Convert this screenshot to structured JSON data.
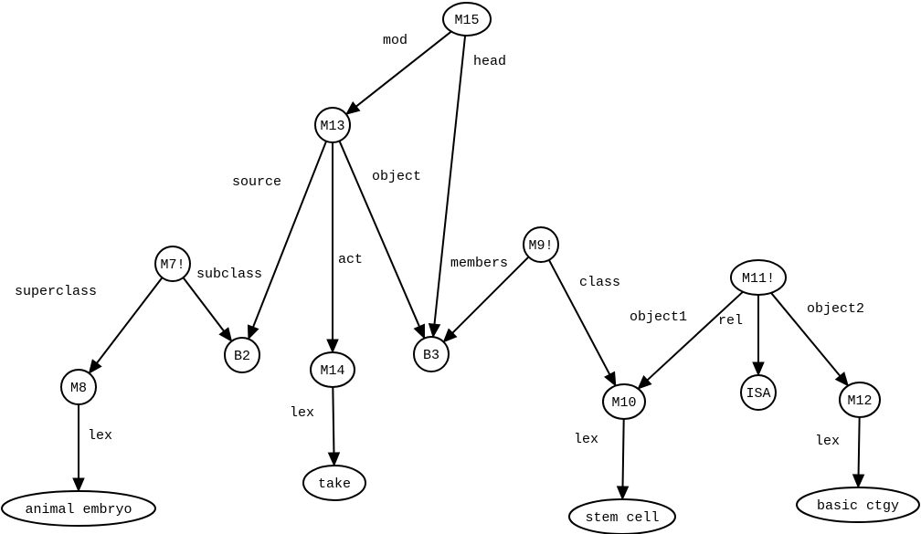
{
  "diagram": {
    "type": "semantic-network",
    "nodes": [
      {
        "id": "M15",
        "label": "M15"
      },
      {
        "id": "M13",
        "label": "M13"
      },
      {
        "id": "M7!",
        "label": "M7!"
      },
      {
        "id": "B2",
        "label": "B2"
      },
      {
        "id": "M14",
        "label": "M14"
      },
      {
        "id": "B3",
        "label": "B3"
      },
      {
        "id": "M9!",
        "label": "M9!"
      },
      {
        "id": "M11!",
        "label": "M11!"
      },
      {
        "id": "M8",
        "label": "M8"
      },
      {
        "id": "M10",
        "label": "M10"
      },
      {
        "id": "ISA",
        "label": "ISA"
      },
      {
        "id": "M12",
        "label": "M12"
      },
      {
        "id": "animal embryo",
        "label": "animal embryo"
      },
      {
        "id": "take",
        "label": "take"
      },
      {
        "id": "stem cell",
        "label": "stem cell"
      },
      {
        "id": "basic ctgy",
        "label": "basic ctgy"
      }
    ],
    "edges": [
      {
        "from": "M15",
        "to": "M13",
        "label": "mod"
      },
      {
        "from": "M15",
        "to": "B3",
        "label": "head"
      },
      {
        "from": "M13",
        "to": "B2",
        "label": "source"
      },
      {
        "from": "M13",
        "to": "M14",
        "label": "act"
      },
      {
        "from": "M13",
        "to": "B3",
        "label": "object"
      },
      {
        "from": "M7!",
        "to": "M8",
        "label": "superclass"
      },
      {
        "from": "M7!",
        "to": "B2",
        "label": "subclass"
      },
      {
        "from": "M9!",
        "to": "B3",
        "label": "members"
      },
      {
        "from": "M9!",
        "to": "M10",
        "label": "class"
      },
      {
        "from": "M11!",
        "to": "M10",
        "label": "object1"
      },
      {
        "from": "M11!",
        "to": "ISA",
        "label": "rel"
      },
      {
        "from": "M11!",
        "to": "M12",
        "label": "object2"
      },
      {
        "from": "M8",
        "to": "animal embryo",
        "label": "lex"
      },
      {
        "from": "M14",
        "to": "take",
        "label": "lex"
      },
      {
        "from": "M10",
        "to": "stem cell",
        "label": "lex"
      },
      {
        "from": "M12",
        "to": "basic ctgy",
        "label": "lex"
      }
    ]
  }
}
